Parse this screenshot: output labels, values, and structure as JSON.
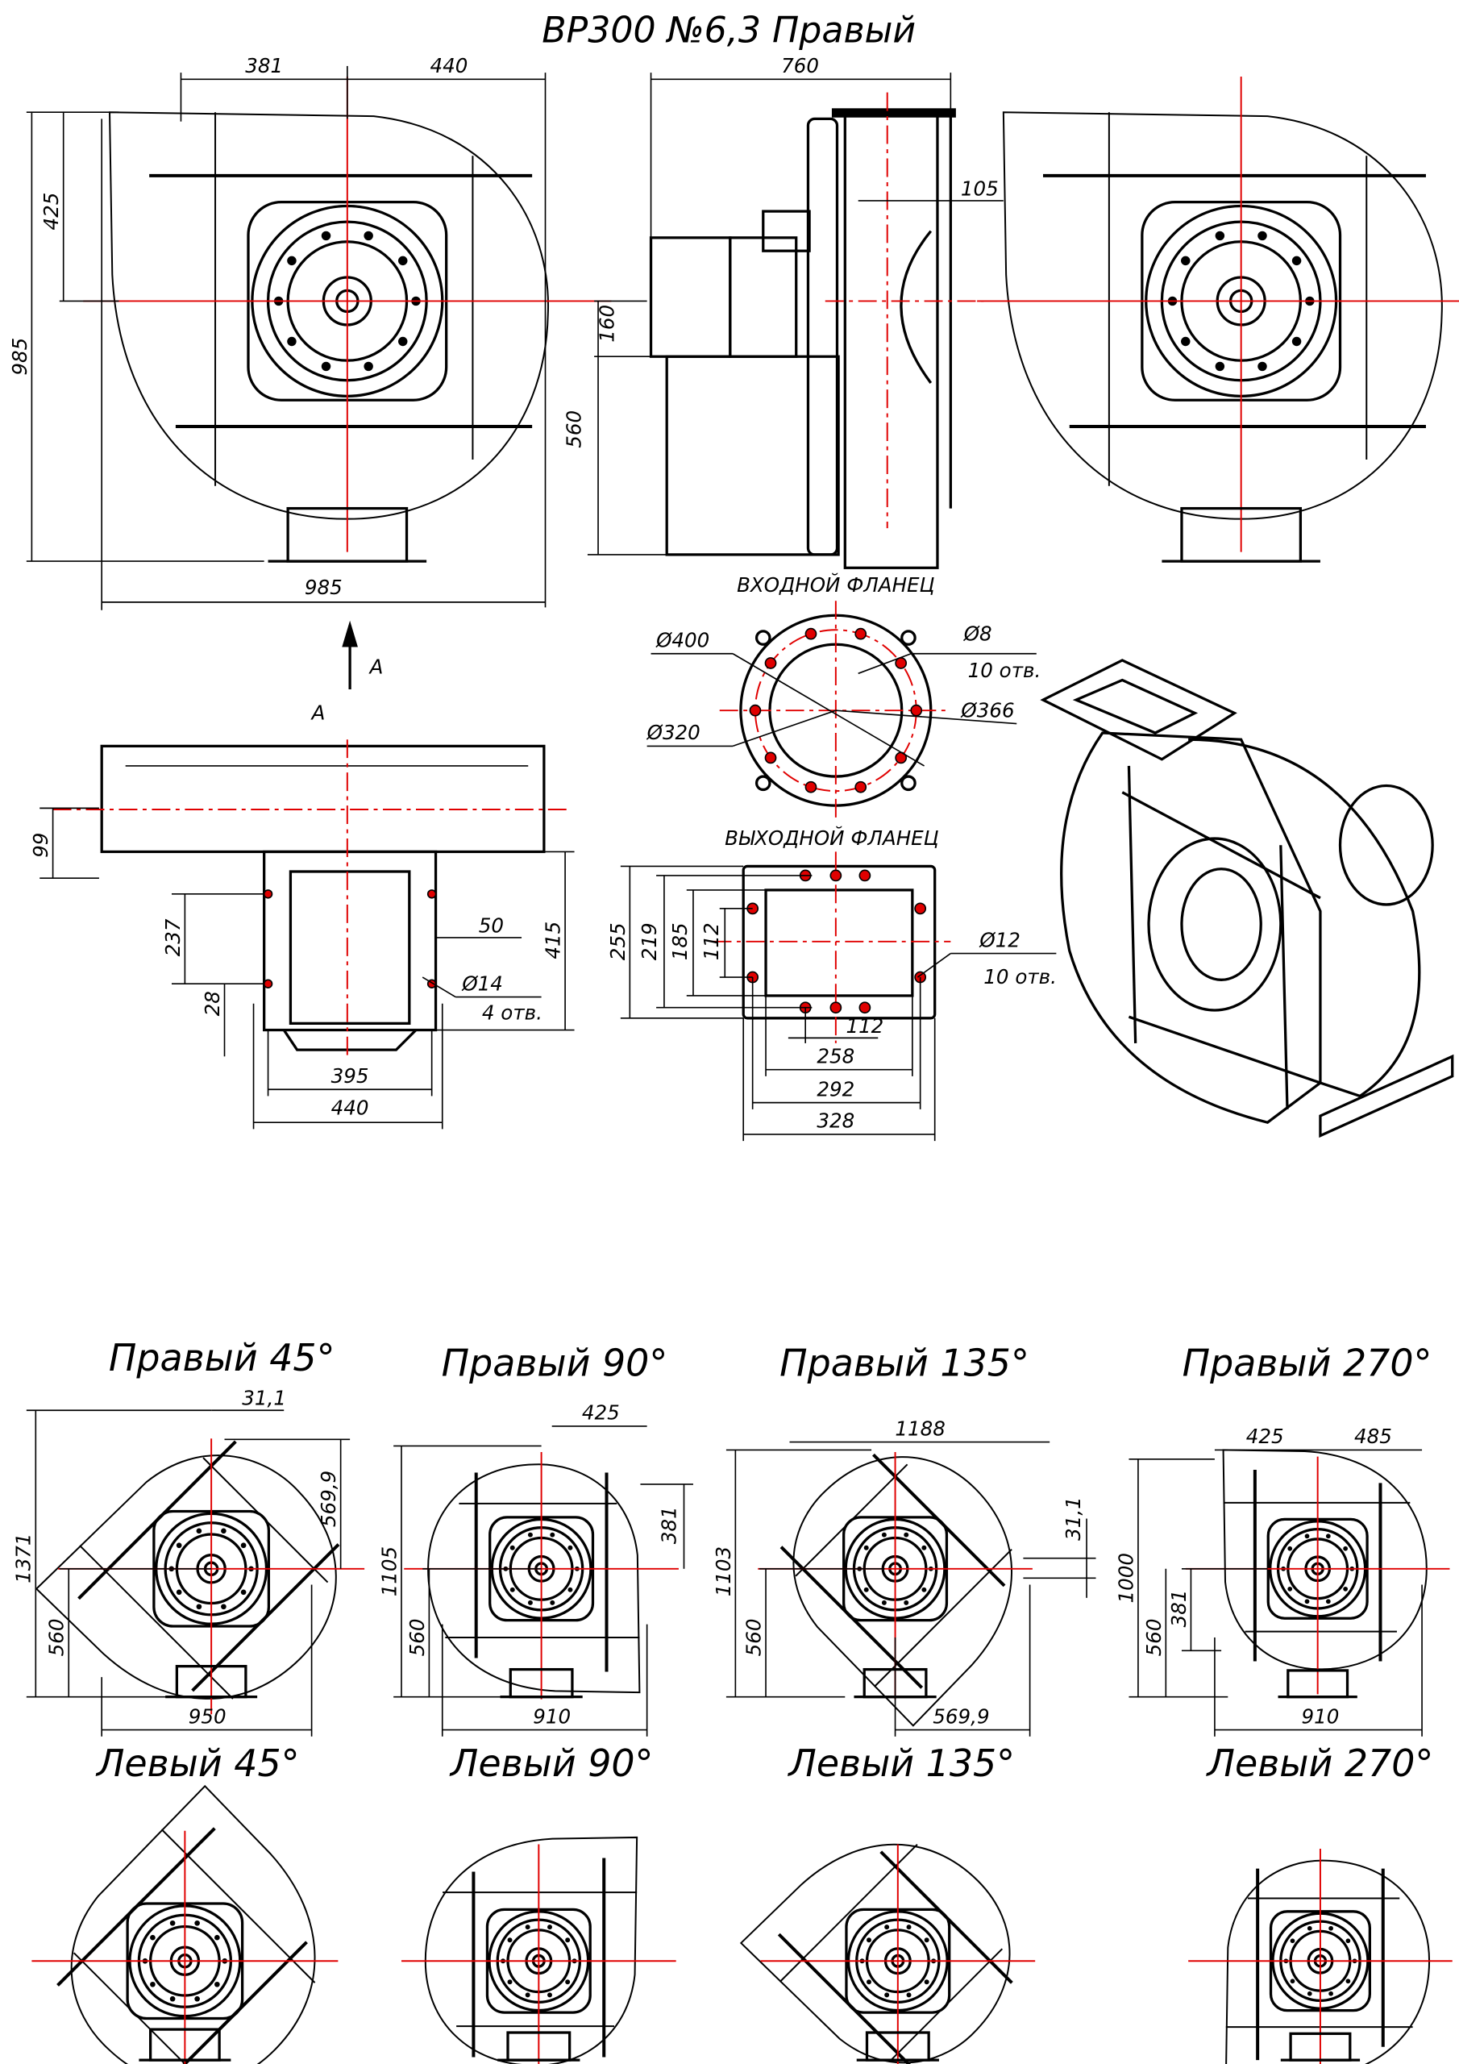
{
  "title": "ВР300 №6,3 Правый",
  "front_view": {
    "d_381": "381",
    "d_440": "440",
    "d_425": "425",
    "d_985_v": "985",
    "d_985_h": "985"
  },
  "side_view": {
    "d_760": "760",
    "d_105": "105",
    "d_160": "160",
    "d_560": "560"
  },
  "view_a": {
    "arrow_label": "A",
    "view_label": "A",
    "d_99": "99",
    "d_237": "237",
    "d_28": "28",
    "d_50": "50",
    "d_415": "415",
    "hole_dia": "Ø14",
    "hole_count": "4 отв.",
    "d_395": "395",
    "d_440": "440"
  },
  "inlet_flange": {
    "title": "ВХОДНОЙ ФЛАНЕЦ",
    "d_400": "Ø400",
    "d_8": "Ø8",
    "holes": "10 отв.",
    "d_366": "Ø366",
    "d_320": "Ø320"
  },
  "outlet_flange": {
    "title": "ВЫХОДНОЙ ФЛАНЕЦ",
    "d_255": "255",
    "d_219": "219",
    "d_185": "185",
    "d_112v": "112",
    "d_12": "Ø12",
    "holes": "10 отв.",
    "d_112h": "112",
    "d_258": "258",
    "d_292": "292",
    "d_328": "328"
  },
  "positions": {
    "r45": {
      "label": "Правый 45°",
      "d1": "31,1",
      "d2": "569,9",
      "d3": "1371",
      "d4": "560",
      "d5": "950"
    },
    "r90": {
      "label": "Правый 90°",
      "d1": "425",
      "d2": "381",
      "d3": "1105",
      "d4": "560",
      "d5": "910"
    },
    "r135": {
      "label": "Правый 135°",
      "d1": "1188",
      "d2": "31,1",
      "d3": "1103",
      "d4": "560",
      "d5": "569,9"
    },
    "r270": {
      "label": "Правый 270°",
      "d1": "425",
      "d2": "485",
      "d3": "1000",
      "d4": "381",
      "d5": "560",
      "d6": "910"
    },
    "l45": {
      "label": "Левый 45°"
    },
    "l90": {
      "label": "Левый 90°"
    },
    "l135": {
      "label": "Левый 135°"
    },
    "l270": {
      "label": "Левый 270°"
    }
  }
}
